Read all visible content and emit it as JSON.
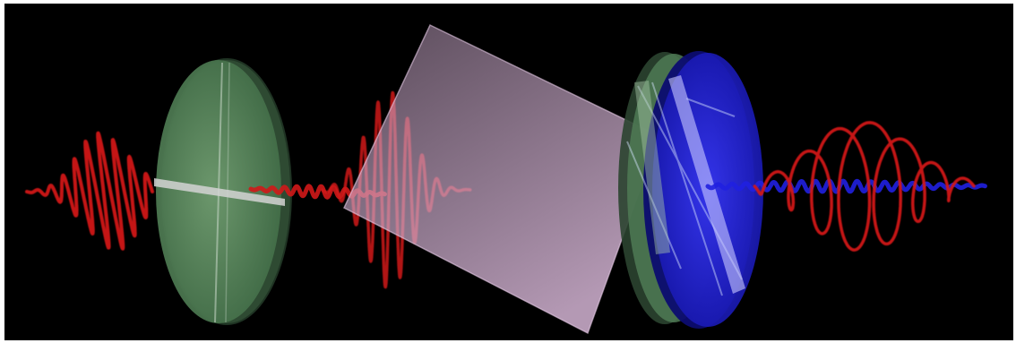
{
  "scene": {
    "background": "#000000",
    "frame_color": "#ffffff"
  },
  "components": [
    {
      "name": "input-pulse",
      "color": "#d01818"
    },
    {
      "name": "waveplate-green",
      "color": "#5a8a5a"
    },
    {
      "name": "transmitted-pulse",
      "color": "#d01818"
    },
    {
      "name": "beam-splitter-plate",
      "color": "#b89ab8"
    },
    {
      "name": "waveplate-stack-green-blue",
      "color": "#2626d8"
    },
    {
      "name": "output-helical-pulse",
      "color": "#d01818"
    },
    {
      "name": "output-blue-component",
      "color": "#2020e0"
    }
  ]
}
